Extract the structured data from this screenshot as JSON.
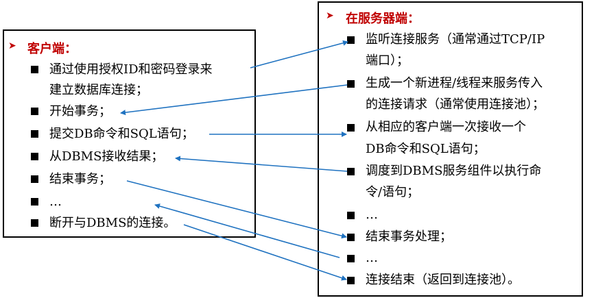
{
  "client": {
    "title": "客户端：",
    "items": [
      "通过使用授权ID和密码登录来",
      "建立数据库连接；",
      "开始事务；",
      "提交DB命令和SQL语句；",
      "从DBMS接收结果；",
      "结束事务；",
      "…",
      "断开与DBMS的连接。"
    ]
  },
  "server": {
    "title": "在服务器端：",
    "items": [
      "监听连接服务（通常通过TCP/IP",
      "端口）；",
      "生成一个新进程/线程来服务传入",
      "的连接请求（通常使用连接池）；",
      "从相应的客户端一次接收一个",
      "DB命令和SQL语句；",
      "调度到DBMS服务组件以执行命",
      "令/语句；",
      "…",
      "结束事务处理；",
      "…",
      "连接结束（返回到连接池）。"
    ]
  },
  "colors": {
    "title": "#c00000",
    "arrow": "#1f72c0"
  }
}
